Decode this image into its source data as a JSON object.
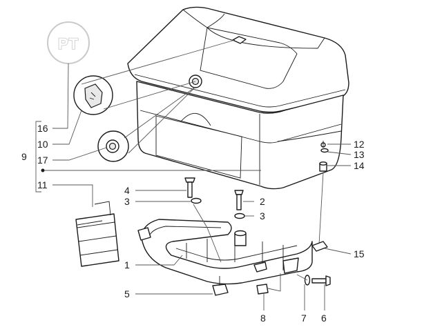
{
  "badge": {
    "label": "PT"
  },
  "callouts": [
    {
      "id": "16",
      "text": "16"
    },
    {
      "id": "10",
      "text": "10"
    },
    {
      "id": "17",
      "text": "17"
    },
    {
      "id": "9",
      "text": "9"
    },
    {
      "id": "11",
      "text": "11"
    },
    {
      "id": "4",
      "text": "4"
    },
    {
      "id": "3a",
      "text": "3"
    },
    {
      "id": "2",
      "text": "2"
    },
    {
      "id": "3b",
      "text": "3"
    },
    {
      "id": "1",
      "text": "1"
    },
    {
      "id": "5",
      "text": "5"
    },
    {
      "id": "8",
      "text": "8"
    },
    {
      "id": "7",
      "text": "7"
    },
    {
      "id": "6",
      "text": "6"
    },
    {
      "id": "12",
      "text": "12"
    },
    {
      "id": "13",
      "text": "13"
    },
    {
      "id": "14",
      "text": "14"
    },
    {
      "id": "15",
      "text": "15"
    }
  ]
}
